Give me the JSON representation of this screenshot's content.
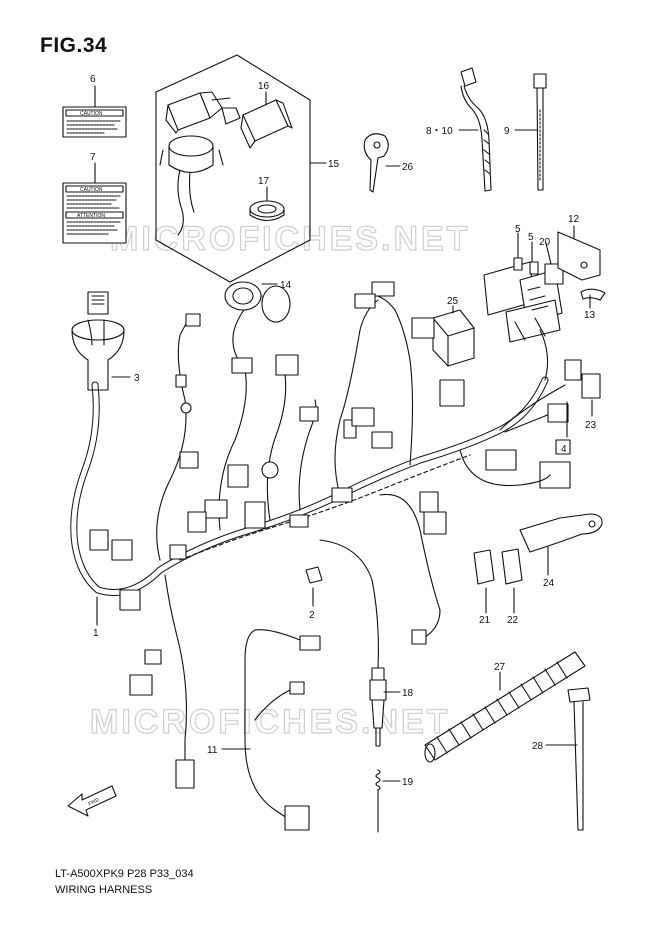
{
  "figure": {
    "title": "FIG.34",
    "code": "LT-A500XPK9 P28 P33_034",
    "name": "WIRING HARNESS"
  },
  "watermark": "MICROFICHES.NET",
  "labels": {
    "caution": "CAUTION",
    "attention": "ATTENTION",
    "fwd": "FWD"
  },
  "callouts": {
    "c1": "1",
    "c2": "2",
    "c3": "3",
    "c4": "4",
    "c5a": "5",
    "c5b": "5",
    "c6": "6",
    "c7": "7",
    "c810": "8・10",
    "c9": "9",
    "c11": "11",
    "c12": "12",
    "c13": "13",
    "c14": "14",
    "c15": "15",
    "c16": "16",
    "c17": "17",
    "c18": "18",
    "c19": "19",
    "c20": "20",
    "c21": "21",
    "c22": "22",
    "c23": "23",
    "c24": "24",
    "c25": "25",
    "c26": "26",
    "c27": "27",
    "c28": "28"
  }
}
